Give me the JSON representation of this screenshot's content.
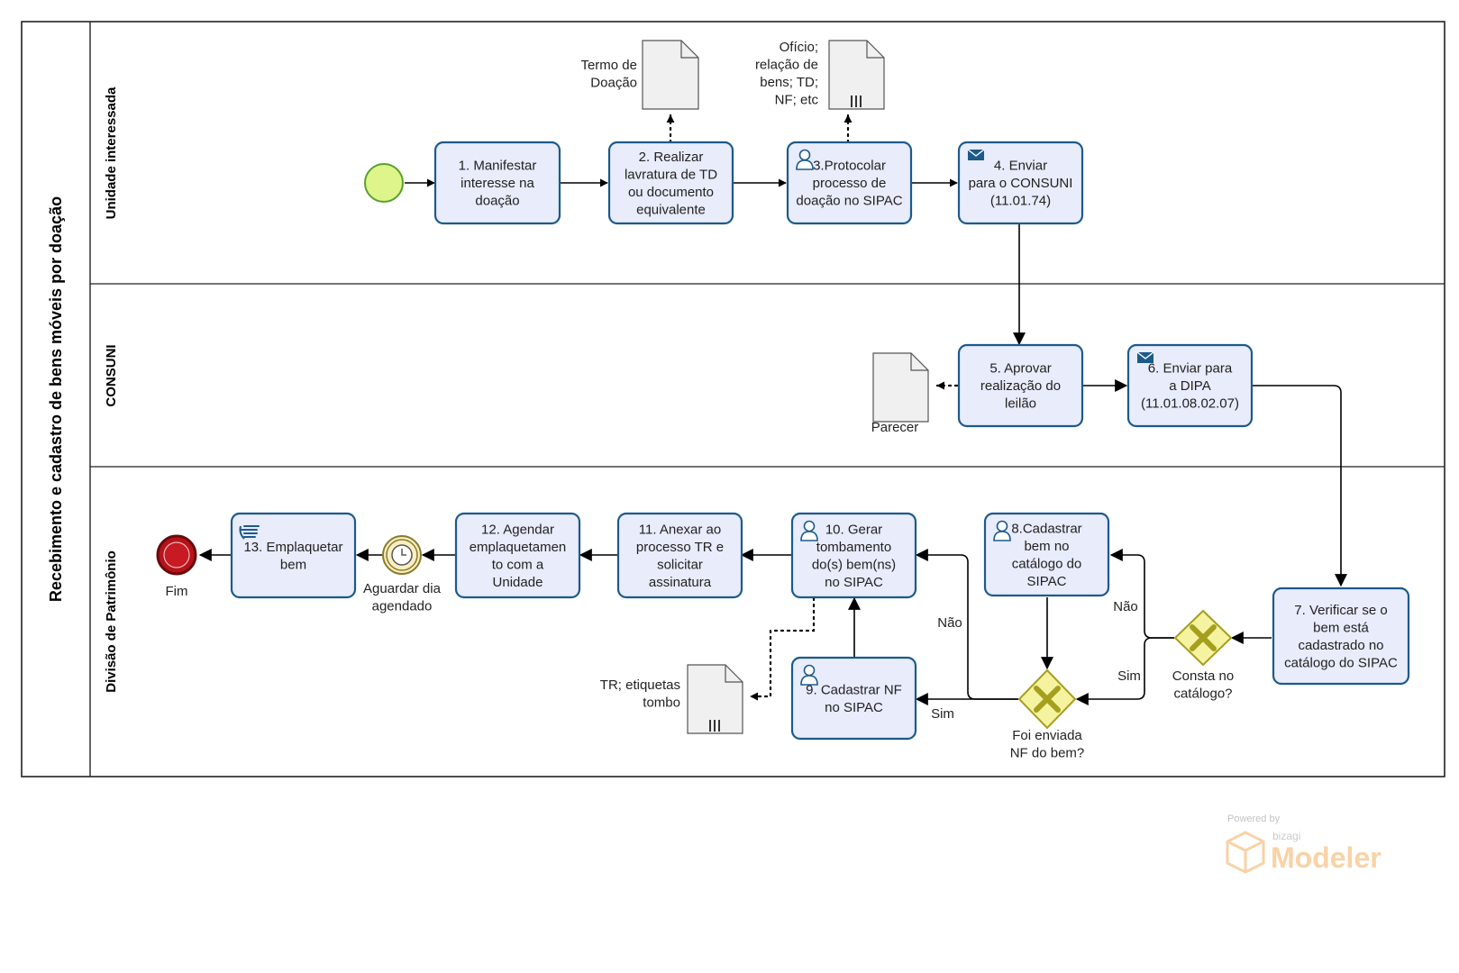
{
  "pool_title": "Recebimento e cadastro de bens móveis por doação",
  "lanes": {
    "unidade": "Unidade interessada",
    "consuni": "CONSUNI",
    "dipa": "Divisão de Patrimônio"
  },
  "tasks": {
    "t1": [
      "1. Manifestar",
      "interesse na",
      "doação"
    ],
    "t2": [
      "2. Realizar",
      "lavratura de TD",
      "ou documento",
      "equivalente"
    ],
    "t3": [
      "3.Protocolar",
      "processo de",
      "doação no SIPAC"
    ],
    "t4": [
      "4. Enviar",
      "para o CONSUNI",
      "(11.01.74)"
    ],
    "t5": [
      "5. Aprovar",
      "realização do",
      "leilão"
    ],
    "t6": [
      "6. Enviar para",
      "a DIPA",
      "(11.01.08.02.07)"
    ],
    "t7": [
      "7. Verificar se o",
      "bem está",
      "cadastrado no",
      "catálogo do SIPAC"
    ],
    "t8": [
      "8.Cadastrar",
      "bem no",
      "catálogo do",
      "SIPAC"
    ],
    "t9": [
      "9. Cadastrar NF",
      "no SIPAC"
    ],
    "t10": [
      "10. Gerar",
      "tombamento",
      "do(s) bem(ns)",
      "no SIPAC"
    ],
    "t11": [
      "11. Anexar ao",
      "processo TR e",
      "solicitar",
      "assinatura"
    ],
    "t12": [
      "12. Agendar",
      "emplaquetamen",
      "to com a",
      "Unidade"
    ],
    "t13": [
      "13. Emplaquetar",
      "bem"
    ]
  },
  "documents": {
    "termo": [
      "Termo de",
      "Doação"
    ],
    "oficio": [
      "Ofício;",
      "relação de",
      "bens; TD;",
      "NF; etc"
    ],
    "parecer": [
      "Parecer"
    ],
    "tr": [
      "TR; etiquetas",
      "tombo"
    ]
  },
  "gateways": {
    "consta": [
      "Consta no",
      "catálogo?"
    ],
    "nf": [
      "Foi enviada",
      "NF do bem?"
    ]
  },
  "flow_labels": {
    "nao_consta": "Não",
    "sim_consta": "Sim",
    "nao_nf": "Não",
    "sim_nf": "Sim"
  },
  "events": {
    "timer": [
      "Aguardar dia",
      "agendado"
    ],
    "end": "Fim"
  },
  "watermark": {
    "powered": "Powered by",
    "brand": "bizagi",
    "product": "Modeler"
  },
  "colors": {
    "task_fill": "#e8ecfb",
    "task_border": "#1c5a8c",
    "start_fill": "#ddf58a",
    "start_stroke": "#5aa02c",
    "gateway_fill": "#f5f3a0",
    "gateway_stroke": "#a59f1e",
    "end_fill": "#b7121a",
    "timer_fill": "#f7efc2",
    "timer_stroke": "#8a7a2a"
  }
}
